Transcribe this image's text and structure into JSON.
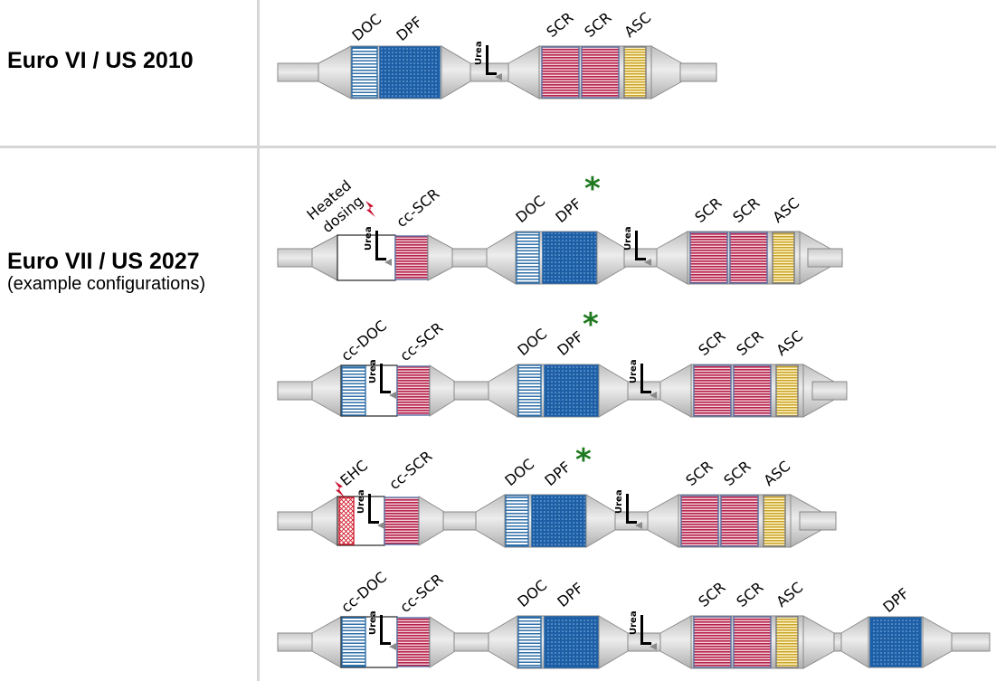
{
  "rows": [
    {
      "name": "euro-vi",
      "standard": "Euro VI / US 2010",
      "subtitle": "",
      "components": [
        "DOC",
        "DPF",
        "Urea",
        "SCR",
        "SCR",
        "ASC"
      ]
    },
    {
      "name": "euro-vii-config-1",
      "standard": "Euro VII / US 2027",
      "subtitle": "(example configurations)",
      "components": [
        "Heated dosing",
        "cc-SCR",
        "DOC",
        "DPF",
        "*",
        "Urea",
        "SCR",
        "SCR",
        "ASC"
      ]
    },
    {
      "name": "euro-vii-config-2",
      "components": [
        "cc-DOC",
        "cc-SCR",
        "DOC",
        "DPF",
        "*",
        "Urea",
        "SCR",
        "SCR",
        "ASC"
      ]
    },
    {
      "name": "euro-vii-config-3",
      "components": [
        "EHC",
        "cc-SCR",
        "DOC",
        "DPF",
        "*",
        "Urea",
        "SCR",
        "SCR",
        "ASC"
      ]
    },
    {
      "name": "euro-vii-config-4",
      "components": [
        "cc-DOC",
        "cc-SCR",
        "DOC",
        "DPF",
        "Urea",
        "SCR",
        "SCR",
        "ASC",
        "DPF"
      ]
    }
  ],
  "labels": {
    "DOC": "DOC",
    "DPF": "DPF",
    "SCR": "SCR",
    "ASC": "ASC",
    "cc_SCR": "cc-SCR",
    "cc_DOC": "cc-DOC",
    "EHC": "EHC",
    "Heated": "Heated",
    "dosing": "dosing",
    "Urea": "Urea",
    "star": "*"
  },
  "colors": {
    "pipe": "#d4d4d4",
    "can": "#d9d9d9",
    "doc": "#2f6fa8",
    "dpf": "#1d5fa6",
    "scr": "#b5224a",
    "asc": "#c9a227",
    "ehc": "#d11a2a",
    "star": "#1f7a1f",
    "lightning": "#c8102e"
  }
}
